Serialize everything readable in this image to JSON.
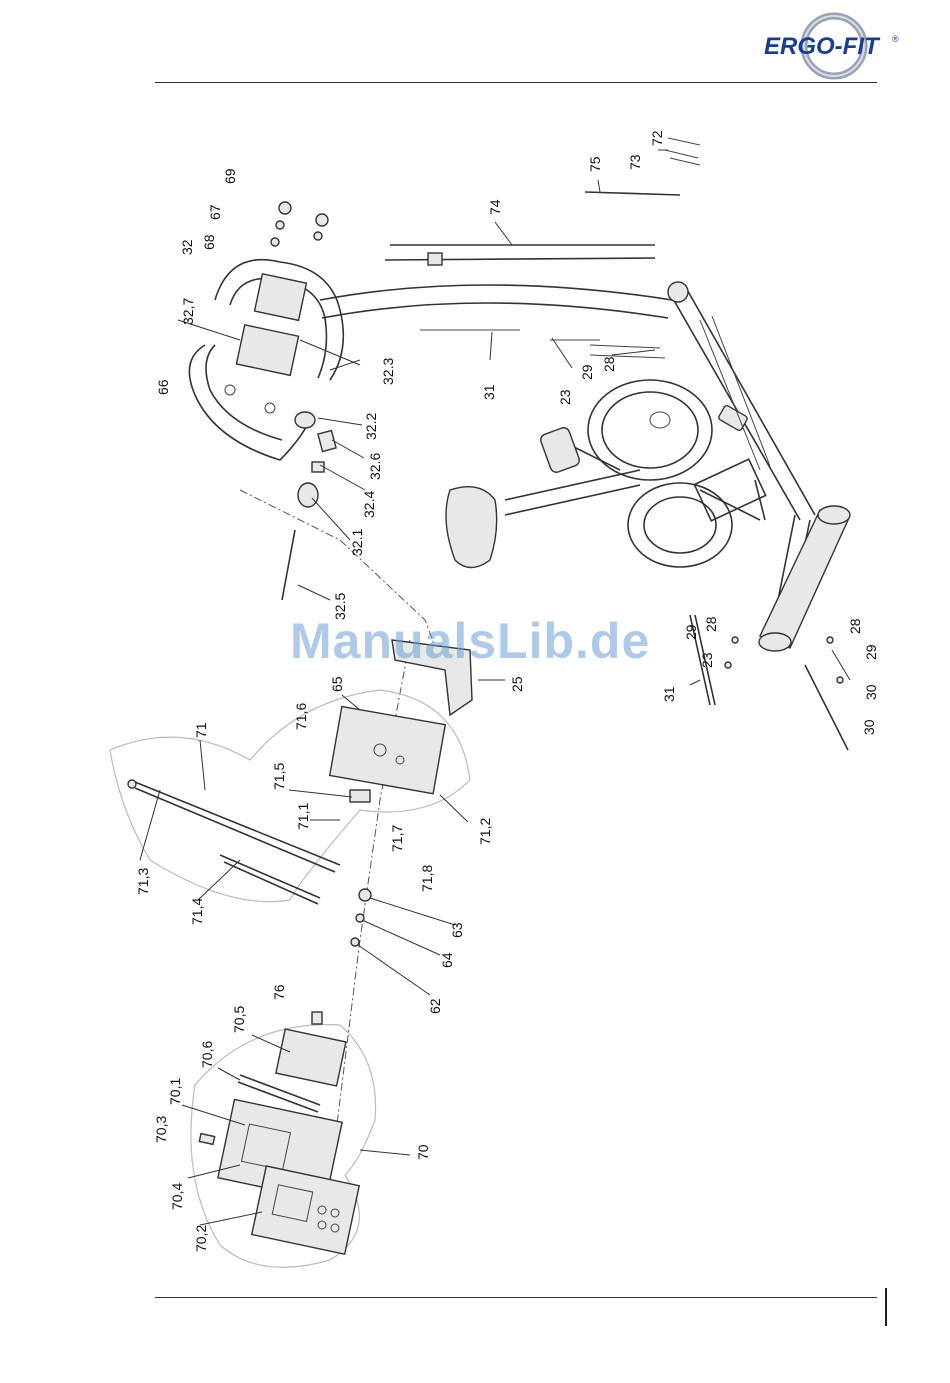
{
  "brand": {
    "logo_text": "ERGO-FIT",
    "registered_mark": "®",
    "accent_color": "#1a3d8f"
  },
  "watermark": "ManualsLib.de",
  "callouts": [
    {
      "id": "c-72",
      "text": "72"
    },
    {
      "id": "c-73",
      "text": "73"
    },
    {
      "id": "c-75",
      "text": "75"
    },
    {
      "id": "c-74",
      "text": "74"
    },
    {
      "id": "c-69",
      "text": "69"
    },
    {
      "id": "c-67",
      "text": "67"
    },
    {
      "id": "c-68",
      "text": "68"
    },
    {
      "id": "c-32",
      "text": "32"
    },
    {
      "id": "c-32-7",
      "text": "32,7"
    },
    {
      "id": "c-66",
      "text": "66"
    },
    {
      "id": "c-32-3",
      "text": "32.3"
    },
    {
      "id": "c-32-2",
      "text": "32.2"
    },
    {
      "id": "c-32-6",
      "text": "32.6"
    },
    {
      "id": "c-32-4",
      "text": "32.4"
    },
    {
      "id": "c-32-1",
      "text": "32.1"
    },
    {
      "id": "c-32-5",
      "text": "32.5"
    },
    {
      "id": "c-31a",
      "text": "31"
    },
    {
      "id": "c-23a",
      "text": "23"
    },
    {
      "id": "c-29a",
      "text": "29"
    },
    {
      "id": "c-28a",
      "text": "28"
    },
    {
      "id": "c-29b",
      "text": "29"
    },
    {
      "id": "c-28b",
      "text": "28"
    },
    {
      "id": "c-23b",
      "text": "23"
    },
    {
      "id": "c-31b",
      "text": "31"
    },
    {
      "id": "c-28c",
      "text": "28"
    },
    {
      "id": "c-29c",
      "text": "29"
    },
    {
      "id": "c-30a",
      "text": "30"
    },
    {
      "id": "c-30b",
      "text": "30"
    },
    {
      "id": "c-25",
      "text": "25"
    },
    {
      "id": "c-65",
      "text": "65"
    },
    {
      "id": "c-71-6",
      "text": "71,6"
    },
    {
      "id": "c-71",
      "text": "71"
    },
    {
      "id": "c-71-5",
      "text": "71,5"
    },
    {
      "id": "c-71-1",
      "text": "71,1"
    },
    {
      "id": "c-71-7",
      "text": "71,7"
    },
    {
      "id": "c-71-2",
      "text": "71,2"
    },
    {
      "id": "c-71-8",
      "text": "71,8"
    },
    {
      "id": "c-71-3",
      "text": "71,3"
    },
    {
      "id": "c-71-4",
      "text": "71,4"
    },
    {
      "id": "c-63",
      "text": "63"
    },
    {
      "id": "c-64",
      "text": "64"
    },
    {
      "id": "c-62",
      "text": "62"
    },
    {
      "id": "c-76",
      "text": "76"
    },
    {
      "id": "c-70-5",
      "text": "70,5"
    },
    {
      "id": "c-70-6",
      "text": "70,6"
    },
    {
      "id": "c-70-1",
      "text": "70,1"
    },
    {
      "id": "c-70-3",
      "text": "70,3"
    },
    {
      "id": "c-70",
      "text": "70"
    },
    {
      "id": "c-70-4",
      "text": "70,4"
    },
    {
      "id": "c-70-2",
      "text": "70,2"
    }
  ]
}
